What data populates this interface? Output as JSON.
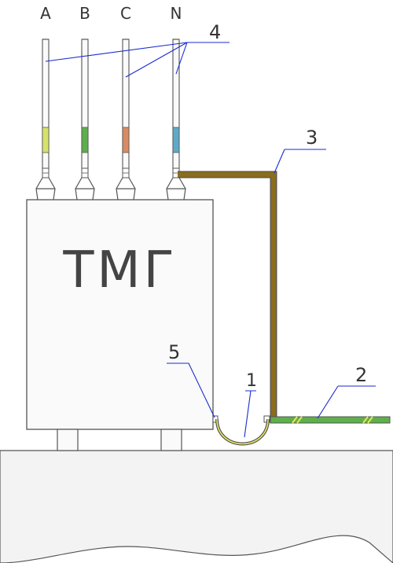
{
  "phases": [
    {
      "label": "A",
      "band_color": "#d6e36a"
    },
    {
      "label": "B",
      "band_color": "#5fae4d"
    },
    {
      "label": "C",
      "band_color": "#d98b64"
    },
    {
      "label": "N",
      "band_color": "#5fa9c8"
    }
  ],
  "transformer_label": "ТМГ",
  "callouts": {
    "bushings": "4",
    "bus_riser": "3",
    "ground_rod": "2",
    "flex_jumper": "1",
    "tank_clamp": "5"
  },
  "colors": {
    "line": "#555555",
    "leader": "#1a2bd1",
    "ground_conductor": "#8a6d1c",
    "ground_strip": "#5fb04b",
    "ground_stripe": "#e6e85a",
    "soil_fill": "#f3f3f3"
  }
}
